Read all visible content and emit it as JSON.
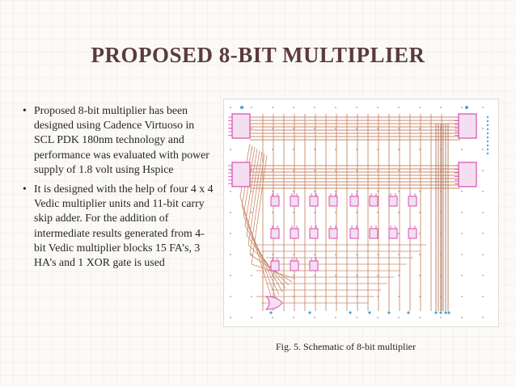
{
  "slide": {
    "title": "PROPOSED 8-BIT MULTIPLIER",
    "bullets": [
      "Proposed 8-bit multiplier has been designed using Cadence Virtuoso in SCL PDK 180nm technology and performance was evaluated with power supply of 1.8 volt using Hspice",
      "It is designed with the help of four 4 x 4 Vedic multiplier units and 11-bit carry skip adder. For the addition of intermediate results generated from 4-bit Vedic multiplier blocks 15 FA’s, 3 HA’s and 1 XOR gate is used"
    ],
    "bullet_marker": "•",
    "caption": "Fig. 5.  Schematic of 8-bit multiplier"
  },
  "schematic": {
    "colors": {
      "wire": "#c98a6a",
      "wire_dark": "#a8664a",
      "block": "#d94bb5",
      "block_fill": "#f4dff0",
      "pin": "#4aa0d8",
      "grid_dot": "#9a9a9a"
    }
  }
}
